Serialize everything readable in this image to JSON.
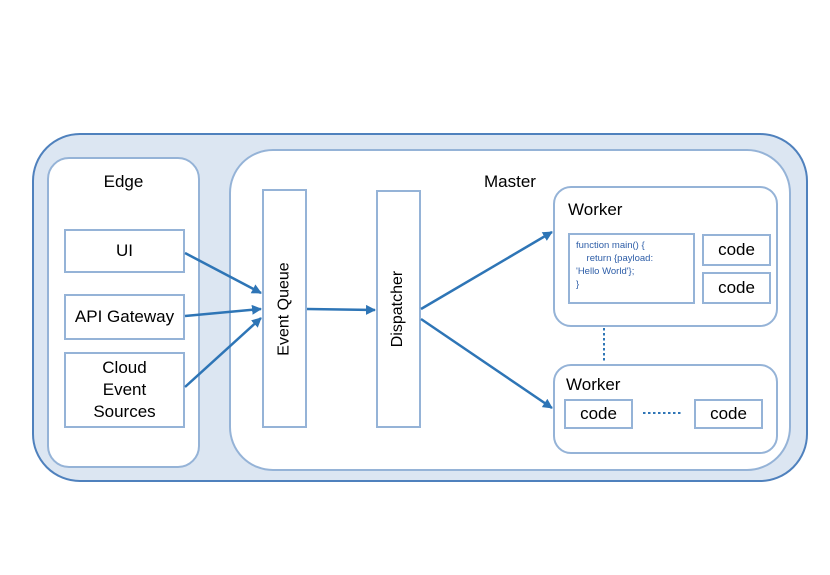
{
  "edge": {
    "title": "Edge",
    "inputs": [
      "UI",
      "API Gateway",
      "Cloud\nEvent\nSources"
    ]
  },
  "master": {
    "title": "Master",
    "event_queue": "Event Queue",
    "dispatcher": "Dispatcher",
    "worker1": {
      "title": "Worker",
      "code_lines": [
        "function main() {",
        "    return {payload:",
        "'Hello World'};",
        "}"
      ],
      "code_labels": [
        "code",
        "code"
      ]
    },
    "worker2": {
      "title": "Worker",
      "code_labels": [
        "code",
        "code"
      ]
    }
  },
  "colors": {
    "accent": "#2e75b6",
    "border": "#95b3d7",
    "outer_fill": "#dce6f2",
    "outer_border": "#4f81bd"
  }
}
